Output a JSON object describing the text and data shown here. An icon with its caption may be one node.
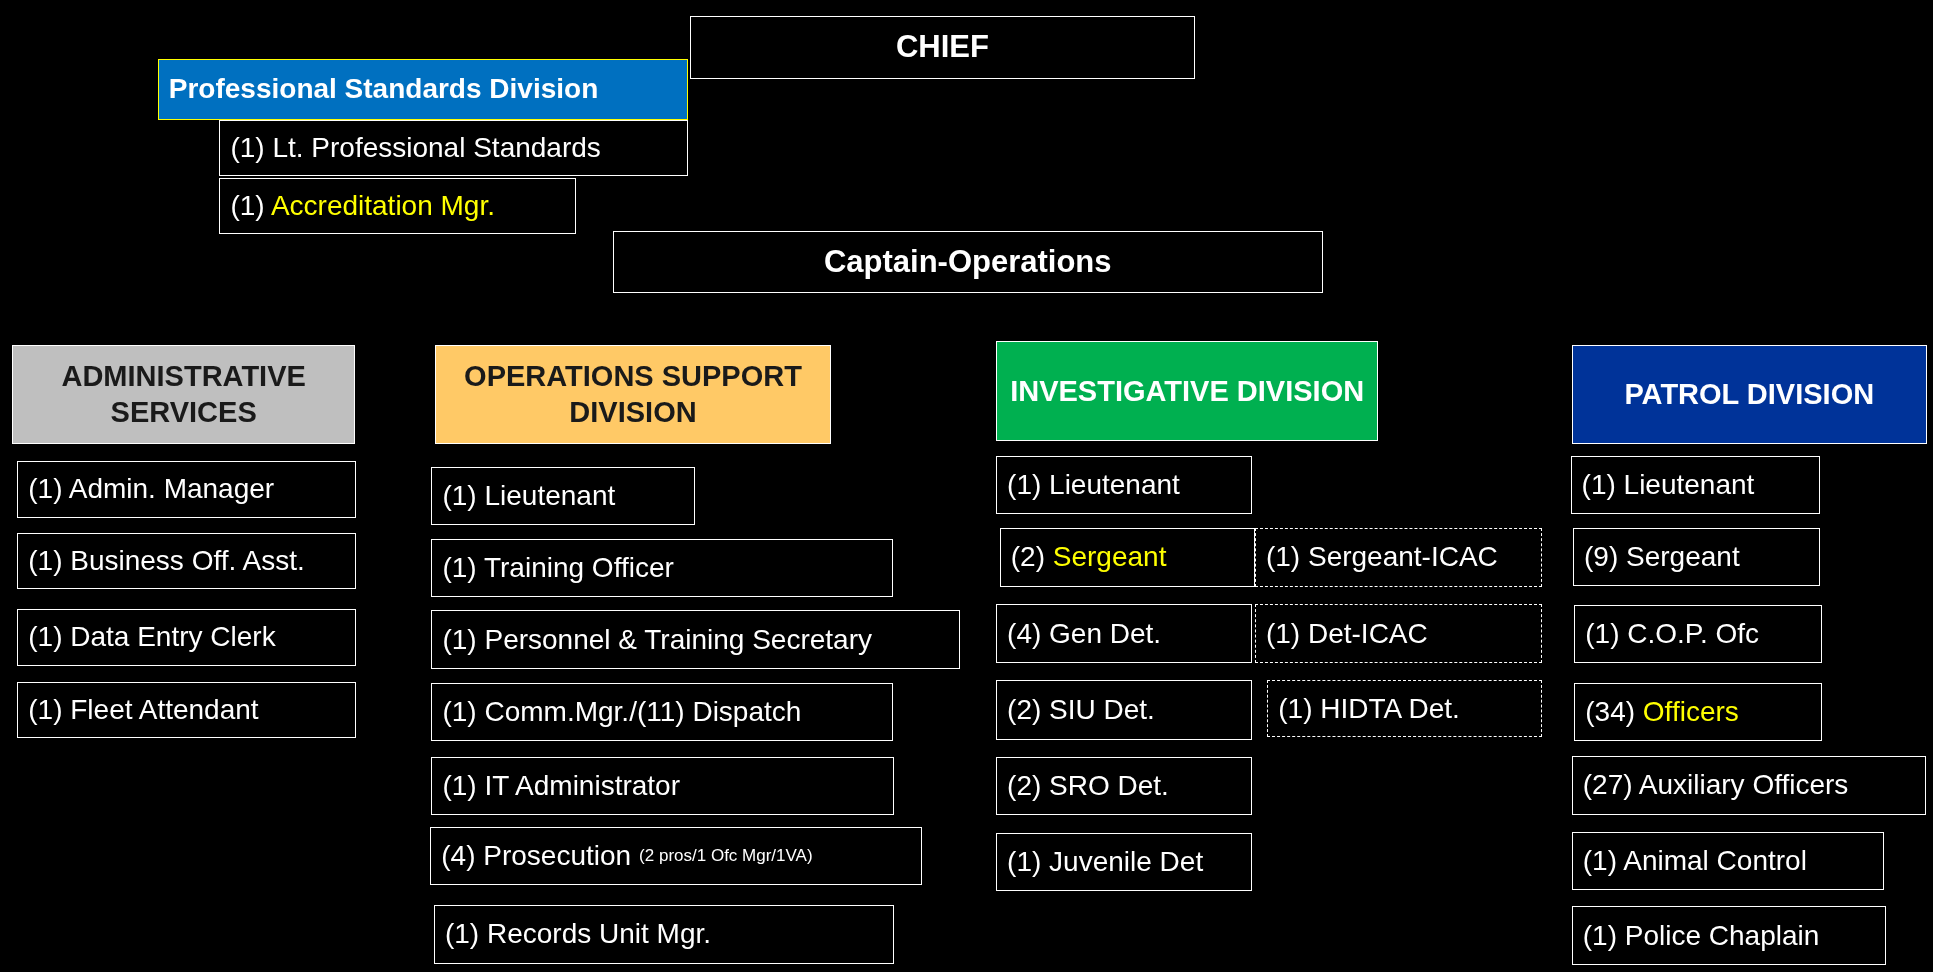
{
  "diagram": {
    "nodes": [
      {
        "text": [
          "CHIEF"
        ]
      },
      {
        "text": [
          "Professional Standards Division"
        ]
      },
      {
        "text": [
          "(1) Lt. Professional Standards"
        ]
      },
      {
        "text": [
          "(1) Accreditation Mgr."
        ]
      },
      {
        "text": [
          "Captain-Operations"
        ]
      },
      {
        "text": [
          "ADMINISTRATIVE SERVICES"
        ]
      },
      {
        "text": [
          "OPERATIONS SUPPORT DIVISION"
        ]
      },
      {
        "text": [
          "INVESTIGATIVE DIVISION"
        ]
      },
      {
        "text": [
          "PATROL DIVISION"
        ]
      },
      {
        "text": [
          "(1) Admin. Manager"
        ]
      },
      {
        "text": [
          "(1) Business Off. Asst."
        ]
      },
      {
        "text": [
          "(1) Data Entry Clerk"
        ]
      },
      {
        "text": [
          "(1) Fleet Attendant"
        ]
      },
      {
        "text": [
          "(1) Lieutenant"
        ]
      },
      {
        "text": [
          "(1) Training Officer"
        ]
      },
      {
        "text": [
          "(1) Personnel & Training Secretary"
        ]
      },
      {
        "text": [
          "(1) Comm.Mgr./(11) Dispatch"
        ]
      },
      {
        "text": [
          "(1) IT Administrator"
        ]
      },
      {
        "text": [
          "(4) Prosecution",
          "(2 pros/1 Ofc Mgr/1VA)"
        ]
      },
      {
        "text": [
          "(1) Records Unit Mgr."
        ]
      },
      {
        "text": [
          "(1) Lieutenant"
        ]
      },
      {
        "text": [
          "(2) Sergeant"
        ]
      },
      {
        "text": [
          "(1) Sergeant-ICAC"
        ]
      },
      {
        "text": [
          "(4) Gen Det."
        ]
      },
      {
        "text": [
          "(1) Det-ICAC"
        ]
      },
      {
        "text": [
          "(2) SIU Det."
        ]
      },
      {
        "text": [
          "(1) HIDTA Det."
        ]
      },
      {
        "text": [
          "(2) SRO Det."
        ]
      },
      {
        "text": [
          "(1) Juvenile Det"
        ]
      },
      {
        "text": [
          "(1) Lieutenant"
        ]
      },
      {
        "text": [
          "(9) Sergeant"
        ]
      },
      {
        "text": [
          "(1) C.O.P. Ofc"
        ]
      },
      {
        "text": [
          "(34) Officers"
        ]
      },
      {
        "text": [
          "(27) Auxiliary Officers"
        ]
      },
      {
        "text": [
          "(1) Animal Control"
        ]
      },
      {
        "text": [
          "(1) Police Chaplain"
        ]
      }
    ]
  }
}
